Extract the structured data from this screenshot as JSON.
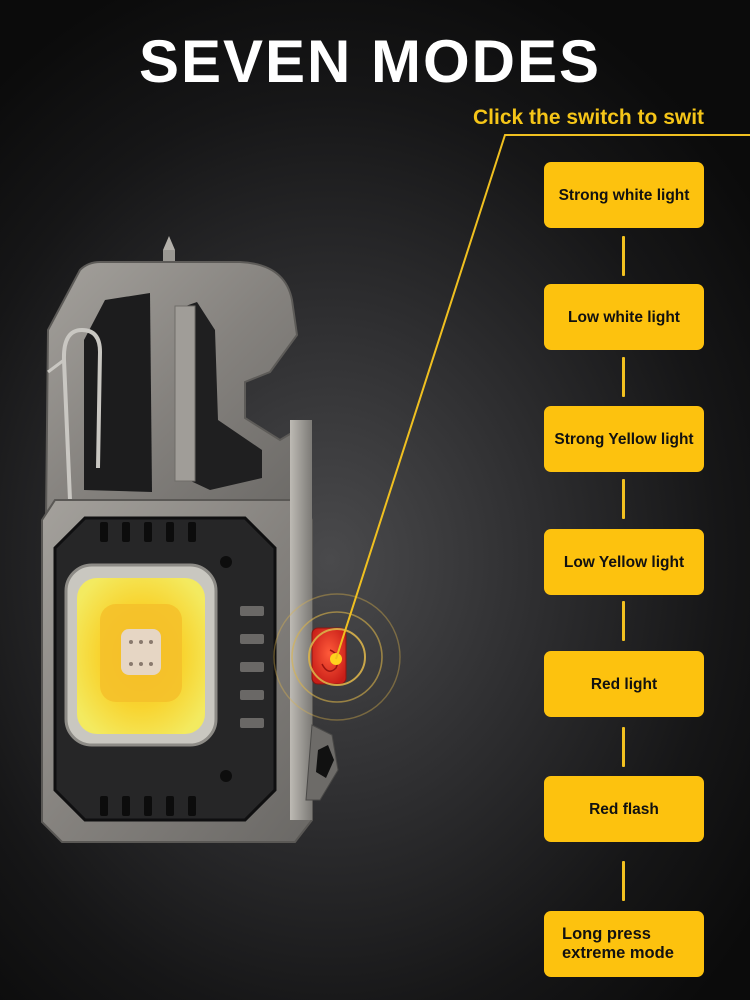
{
  "header": {
    "title": "SEVEN MODES",
    "instruction": "Click the switch to swit"
  },
  "colors": {
    "accent_yellow": "#fdc20e",
    "title_white": "#ffffff",
    "instruction_yellow": "#f5c518",
    "background_dark": "#161617",
    "switch_red": "#e0302a",
    "body_metal": "#8a8886"
  },
  "modes": [
    {
      "label": "Strong white light"
    },
    {
      "label": "Low white light"
    },
    {
      "label": "Strong Yellow light"
    },
    {
      "label": "Low Yellow light"
    },
    {
      "label": "Red light"
    },
    {
      "label": "Red flash"
    },
    {
      "label": "Long press extreme mode"
    }
  ],
  "product": {
    "name": "keychain-cob-flashlight",
    "switch": "side-button-switch"
  }
}
